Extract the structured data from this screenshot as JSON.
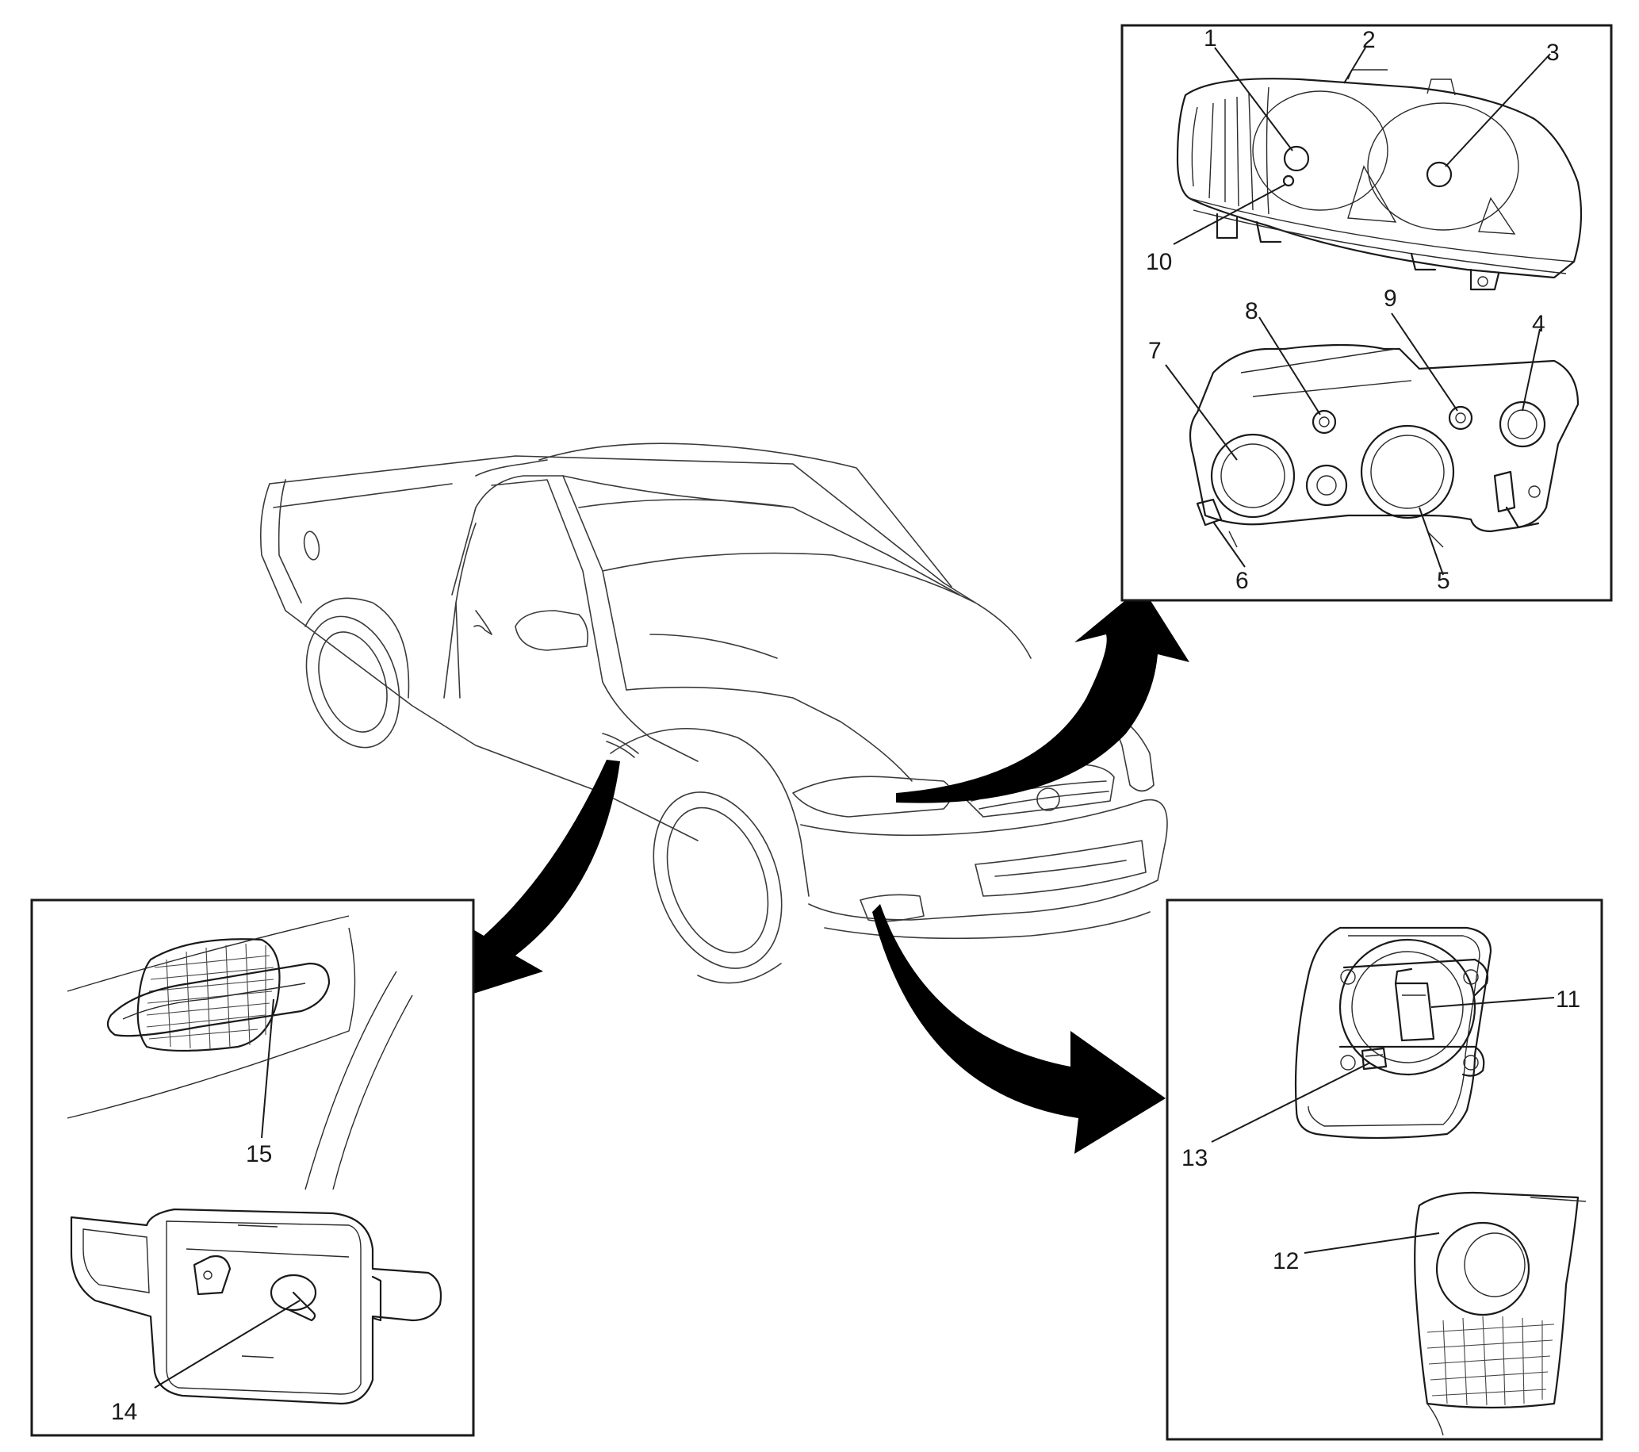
{
  "callouts": [
    {
      "id": "c1",
      "text": "1"
    },
    {
      "id": "c2",
      "text": "2"
    },
    {
      "id": "c3",
      "text": "3"
    },
    {
      "id": "c4",
      "text": "4"
    },
    {
      "id": "c5",
      "text": "5"
    },
    {
      "id": "c6",
      "text": "6"
    },
    {
      "id": "c7",
      "text": "7"
    },
    {
      "id": "c8",
      "text": "8"
    },
    {
      "id": "c9",
      "text": "9"
    },
    {
      "id": "c10",
      "text": "10"
    },
    {
      "id": "c11",
      "text": "11"
    },
    {
      "id": "c12",
      "text": "12"
    },
    {
      "id": "c13",
      "text": "13"
    },
    {
      "id": "c14",
      "text": "14"
    },
    {
      "id": "c15",
      "text": "15"
    }
  ],
  "icons": {
    "vehicle": "utility-vehicle-outline-icon",
    "arrow": "curved-arrow-icon",
    "headlamp": "headlamp-assembly-icon",
    "fog_lamp": "fog-lamp-assembly-icon",
    "side_repeater": "side-repeater-lamp-icon"
  },
  "colors": {
    "line": "#1a1a1a",
    "background": "#ffffff",
    "arrow": "#000000"
  }
}
